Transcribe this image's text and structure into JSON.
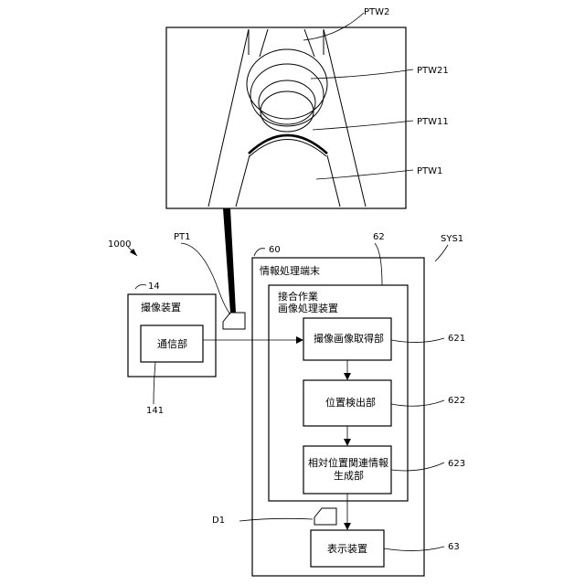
{
  "image_labels": {
    "ptw2": "PTW2",
    "ptw21": "PTW21",
    "ptw11": "PTW11",
    "ptw1": "PTW1"
  },
  "labels": {
    "system_number": "1000",
    "pt1": "PT1",
    "ref_60": "60",
    "ref_62": "62",
    "sys1": "SYS1",
    "ref_14": "14",
    "ref_141": "141",
    "ref_621": "621",
    "ref_622": "622",
    "ref_623": "623",
    "d1": "D1",
    "ref_63": "63"
  },
  "boxes": {
    "imaging_device": "撮像装置",
    "communication_unit": "通信部",
    "info_terminal": "情報処理端末",
    "image_processor_line1": "接合作業",
    "image_processor_line2": "画像処理装置",
    "image_acquisition": "撮像画像取得部",
    "position_detection": "位置検出部",
    "relpos_line1": "相対位置関連情報",
    "relpos_line2": "生成部",
    "display_device": "表示装置"
  }
}
